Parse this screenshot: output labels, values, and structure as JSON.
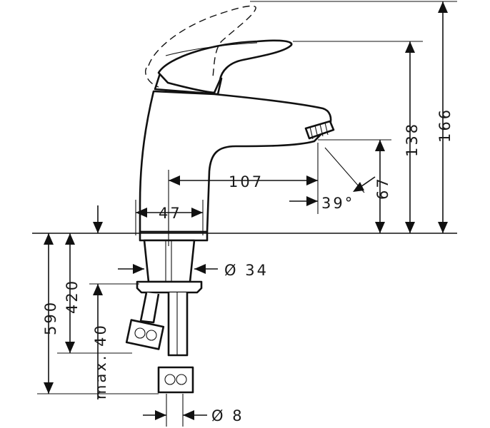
{
  "dimensions": {
    "d166": "166",
    "d138": "138",
    "d107": "107",
    "d67": "67",
    "angle": "39°",
    "d47": "47",
    "d34": "Ø 34",
    "d590": "590",
    "d420": "420",
    "d40": "40",
    "max40": "max. 40",
    "d8": "Ø 8"
  },
  "colors": {
    "line": "#111111",
    "background": "#ffffff"
  }
}
